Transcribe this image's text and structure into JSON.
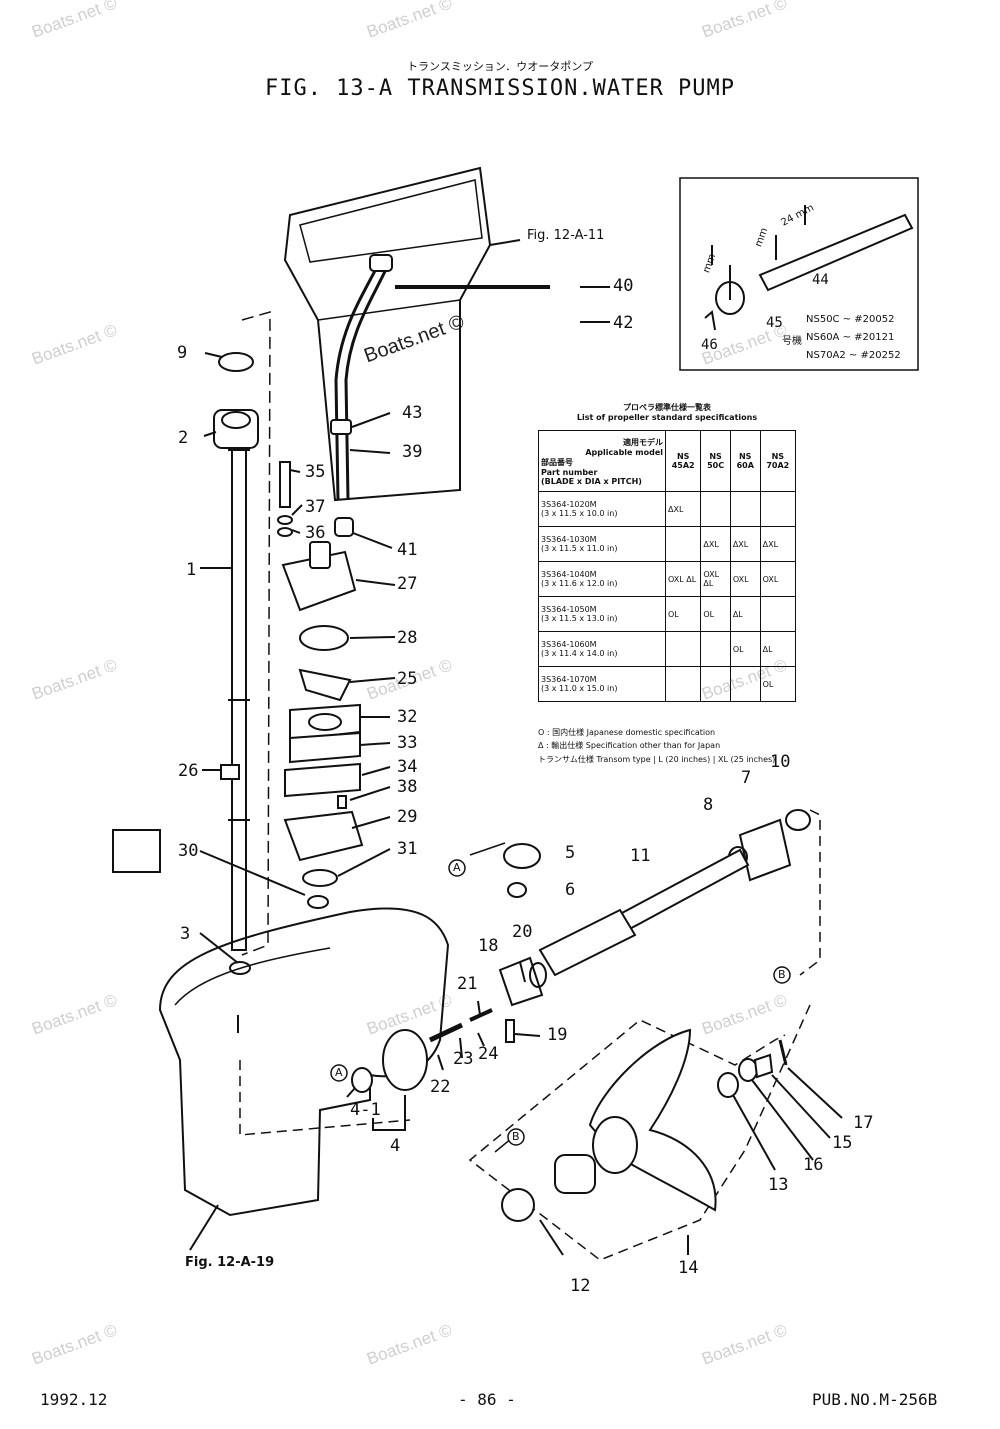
{
  "header": {
    "subtitle": "トランスミッション．ウオータポンプ",
    "title": "FIG. 13-A TRANSMISSION.WATER PUMP"
  },
  "refs": {
    "top": "Fig. 12-A-11",
    "bottom": "Fig. 12-A-19"
  },
  "watermark": "Boats.net ©",
  "part_labels": [
    "1",
    "2",
    "3",
    "4",
    "4-1",
    "5",
    "6",
    "7",
    "8",
    "9",
    "10",
    "11",
    "12",
    "13",
    "14",
    "15",
    "16",
    "17",
    "18",
    "19",
    "20",
    "21",
    "22",
    "23",
    "24",
    "25",
    "26",
    "27",
    "28",
    "29",
    "30",
    "31",
    "32",
    "33",
    "34",
    "35",
    "36",
    "37",
    "38",
    "39",
    "40",
    "41",
    "42",
    "43",
    "44",
    "45",
    "46"
  ],
  "markers": {
    "a": "A",
    "b": "B"
  },
  "inset": {
    "dim1": "mm",
    "dim2": "mm",
    "dim3": "24 mm",
    "serial_label": "号機",
    "serials": [
      "NS50C ~ #20052",
      "NS60A ~ #20121",
      "NS70A2 ~ #20252"
    ]
  },
  "spec_table": {
    "title_jp": "プロペラ標準仕様一覧表",
    "title_en": "List of propeller standard specifications",
    "header_model_jp": "適用モデル",
    "header_model_en": "Applicable model",
    "header_part_jp": "部品番号",
    "header_part_en": "Part number",
    "header_part_sub": "(BLADE x DIA x PITCH)",
    "models": [
      "NS 45A2",
      "NS 50C",
      "NS 60A",
      "NS 70A2"
    ],
    "rows": [
      {
        "part": "3S364-1020M",
        "spec": "(3 x 11.5 x 10.0 in)",
        "cells": [
          "ΔXL",
          "",
          "",
          ""
        ]
      },
      {
        "part": "3S364-1030M",
        "spec": "(3 x 11.5 x 11.0 in)",
        "cells": [
          "",
          "ΔXL",
          "ΔXL",
          "ΔXL"
        ]
      },
      {
        "part": "3S364-1040M",
        "spec": "(3 x 11.6 x 12.0 in)",
        "cells": [
          "OXL ΔL",
          "OXL ΔL",
          "OXL",
          "OXL"
        ]
      },
      {
        "part": "3S364-1050M",
        "spec": "(3 x 11.5 x 13.0 in)",
        "cells": [
          "OL",
          "OL",
          "ΔL",
          ""
        ]
      },
      {
        "part": "3S364-1060M",
        "spec": "(3 x 11.4 x 14.0 in)",
        "cells": [
          "",
          "",
          "OL",
          "ΔL"
        ]
      },
      {
        "part": "3S364-1070M",
        "spec": "(3 x 11.0 x 15.0 in)",
        "cells": [
          "",
          "",
          "",
          "OL"
        ]
      }
    ],
    "notes": [
      "O : 国内仕様 Japanese domestic specification",
      "Δ : 輸出仕様 Specification other than for Japan",
      "トランサム仕様 Transom type | L (20 inches) | XL (25 inches)"
    ]
  },
  "footer": {
    "date": "1992.12",
    "page": "- 86 -",
    "pub": "PUB.NO.M-256B"
  }
}
